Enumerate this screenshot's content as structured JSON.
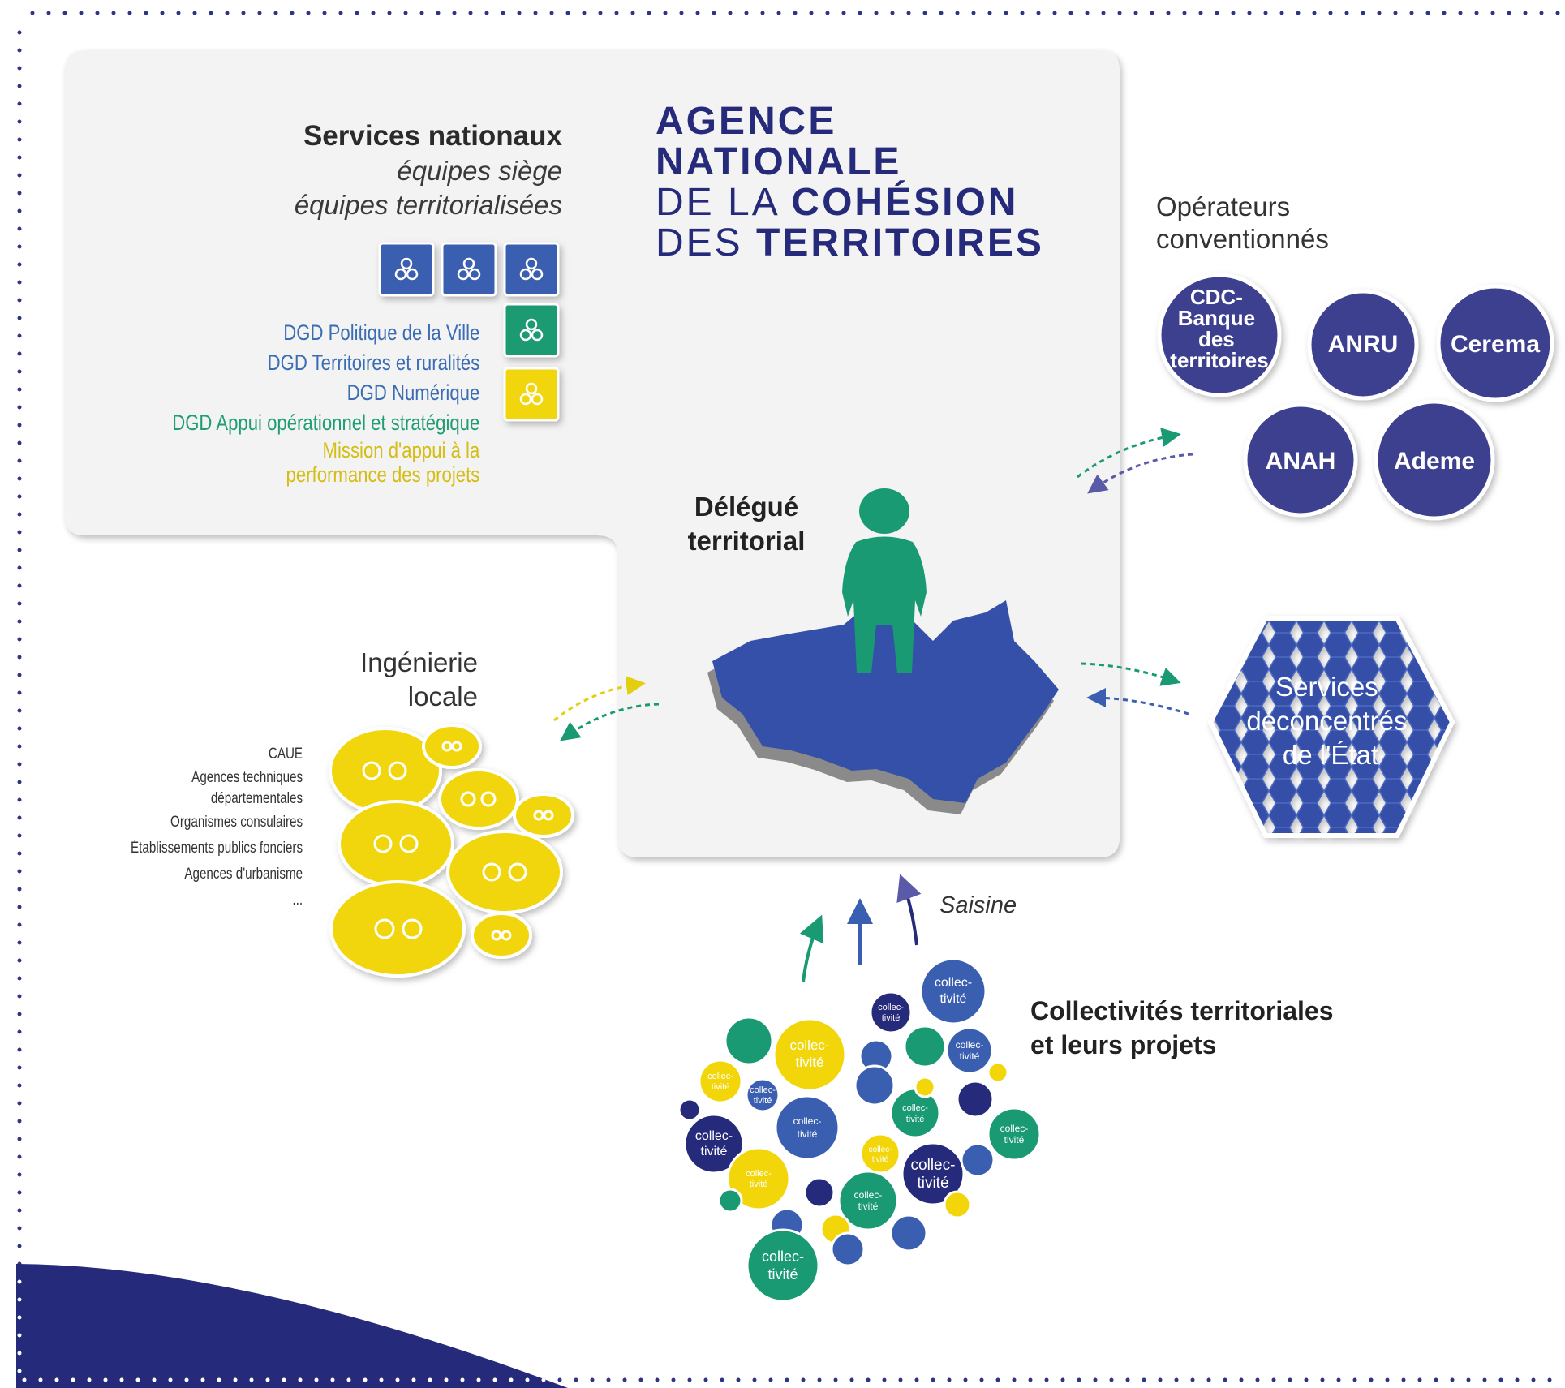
{
  "agency": {
    "line1": "AGENCE",
    "line2": "NATIONALE",
    "line3_prefix": "DE LA",
    "line3_bold": "COHÉSION",
    "line4_prefix": "DES",
    "line4_bold": "TERRITOIRES"
  },
  "services_nationaux": {
    "title": "Services nationaux",
    "subtitle1": "équipes siège",
    "subtitle2": "équipes territorialisées",
    "dgd": [
      {
        "label": "DGD Politique de la Ville",
        "color": "#3b6db5"
      },
      {
        "label": "DGD Territoires et ruralités",
        "color": "#3b6db5"
      },
      {
        "label": "DGD Numérique",
        "color": "#3b6db5"
      },
      {
        "label": "DGD Appui opérationnel et stratégique",
        "color": "#1f9d73"
      },
      {
        "label": "Mission d'appui à la",
        "color": "#d9c21a"
      },
      {
        "label": "performance des projets",
        "color": "#d9c21a"
      }
    ]
  },
  "delegue": {
    "line1": "Délégué",
    "line2": "territorial"
  },
  "operateurs": {
    "title1": "Opérateurs",
    "title2": "conventionnés",
    "items": [
      {
        "lines": [
          "CDC-",
          "Banque",
          "des",
          "territoires"
        ]
      },
      {
        "lines": [
          "ANRU"
        ]
      },
      {
        "lines": [
          "Cerema"
        ]
      },
      {
        "lines": [
          "ANAH"
        ]
      },
      {
        "lines": [
          "Ademe"
        ]
      }
    ]
  },
  "services_deconcentres": {
    "line1": "Services",
    "line2": "déconcentrés",
    "line3": "de l'État"
  },
  "ingenierie": {
    "title1": "Ingénierie",
    "title2": "locale",
    "items": [
      "CAUE",
      "Agences techniques",
      "départementales",
      "Organismes consulaires",
      "Établissements publics fonciers",
      "Agences d'urbanisme",
      "..."
    ]
  },
  "saisine": "Saisine",
  "collectivites": {
    "title1": "Collectivités territoriales",
    "title2": "et leurs projets",
    "bubble_label1": "collec-",
    "bubble_label2": "tivité"
  },
  "colors": {
    "navy": "#262a7a",
    "blue": "#3b5fb0",
    "green": "#1a9a72",
    "yellow": "#f2d60a",
    "circle_purple": "#3d3f8f",
    "panel": "#f3f3f3"
  }
}
